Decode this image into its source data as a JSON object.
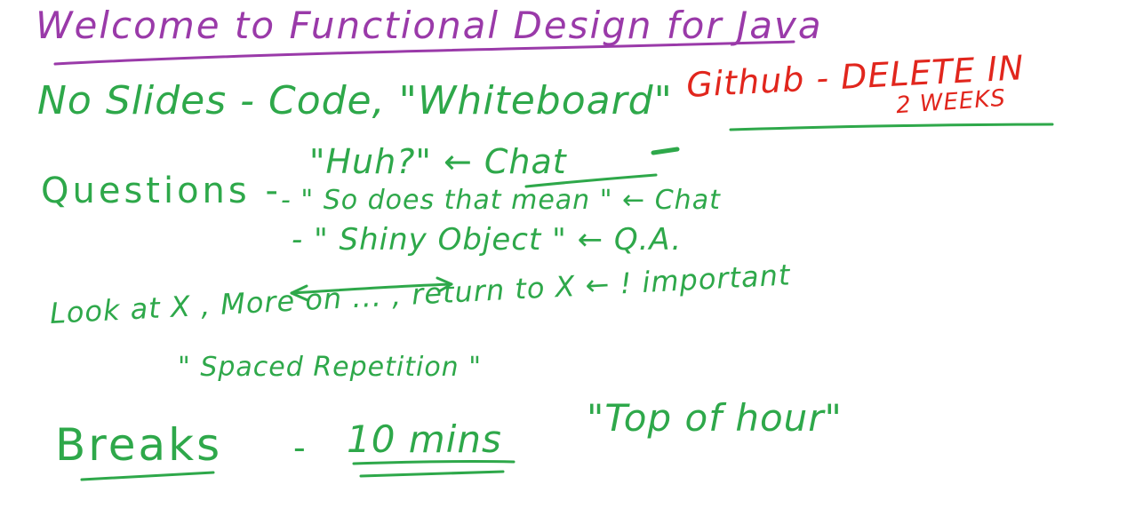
{
  "colors": {
    "purple_ink": "#9a3aa9",
    "green_ink": "#2ea84a",
    "red_ink": "#e1261d",
    "background": "#ffffff"
  },
  "title": "Welcome to Functional Design for Java",
  "line_slides": {
    "text": "No Slides - Code, \"Whiteboard\"",
    "github": "Github - DELETE IN",
    "two_weeks": "2 WEEKS"
  },
  "questions": {
    "label": "Questions -",
    "huh": "\"Huh?\" ← Chat",
    "so_does": "- \" So does that mean \"  ← Chat",
    "shiny": "- \" Shiny Object \"  ← Q.A."
  },
  "look_at": {
    "text": "Look at X , More on ... , return to X  ← ! important",
    "spaced": "\" Spaced Repetition \""
  },
  "breaks": {
    "label": "Breaks",
    "dash": "-",
    "duration": "10 mins",
    "top_of_hour": "\"Top of hour\""
  }
}
